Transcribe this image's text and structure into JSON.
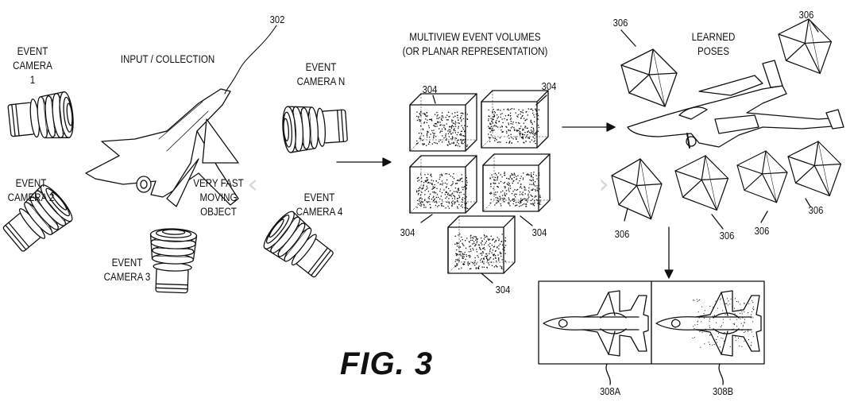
{
  "labels": {
    "camera_1": "EVENT\nCAMERA 1",
    "camera_2": "EVENT\nCAMERA 2",
    "camera_3": "EVENT\nCAMERA 3",
    "camera_4": "EVENT\nCAMERA 4",
    "camera_n": "EVENT\nCAMERA N",
    "input_collection": "INPUT / COLLECTION",
    "moving_object": "VERY FAST\nMOVING\nOBJECT",
    "volumes": "MULTIVIEW EVENT VOLUMES\n(OR PLANAR REPRESENTATION)",
    "learned_poses": "LEARNED\nPOSES",
    "figure": "FIG. 3"
  },
  "refs": {
    "object": "302",
    "volume": "304",
    "pose": "306",
    "view_a": "308A",
    "view_b": "308B"
  },
  "nav": {
    "prev": "‹",
    "next": "›"
  },
  "colors": {
    "line": "#111111",
    "nav_arrow": "#d8d8d8"
  }
}
